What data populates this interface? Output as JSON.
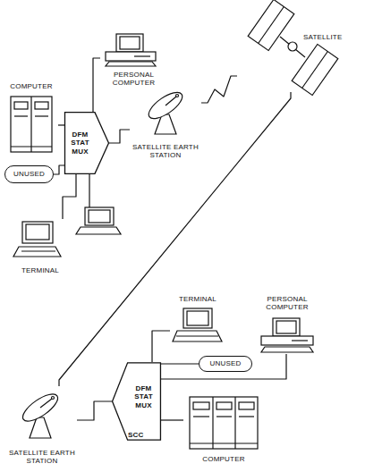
{
  "diagram": {
    "nodes": [
      {
        "text": [
          "PERSONAL COMPUTER"
        ]
      },
      {
        "text": [
          "COMPUTER"
        ]
      },
      {
        "text": [
          "DFM STAT MUX"
        ]
      },
      {
        "text": [
          "UNUSED"
        ]
      },
      {
        "text": [
          "TERMINAL"
        ]
      },
      {
        "text": [
          "SATELLITE EARTH STATION"
        ]
      },
      {
        "text": [
          "SATELLITE"
        ]
      },
      {
        "text": [
          "TERMINAL"
        ]
      },
      {
        "text": [
          "PERSONAL COMPUTER"
        ]
      },
      {
        "text": [
          "UNUSED"
        ]
      },
      {
        "text": [
          "DFM STAT MUX",
          "SCC"
        ]
      },
      {
        "text": [
          "SATELLITE EARTH STATION"
        ]
      },
      {
        "text": [
          "COMPUTER"
        ]
      }
    ],
    "edges": [
      {
        "from": 0,
        "to": 2,
        "arrow": "none"
      },
      {
        "from": 1,
        "to": 2,
        "arrow": "none"
      },
      {
        "from": 3,
        "to": 2,
        "arrow": "none"
      },
      {
        "from": 4,
        "to": 2,
        "arrow": "none"
      },
      {
        "from": 2,
        "to": 5,
        "arrow": "none"
      },
      {
        "from": 5,
        "to": 6,
        "arrow": "none"
      },
      {
        "from": 6,
        "to": 11,
        "arrow": "none"
      },
      {
        "from": 11,
        "to": 10,
        "arrow": "none"
      },
      {
        "from": 7,
        "to": 10,
        "arrow": "none"
      },
      {
        "from": 8,
        "to": 10,
        "arrow": "none"
      },
      {
        "from": 9,
        "to": 10,
        "arrow": "none"
      },
      {
        "from": 12,
        "to": 10,
        "arrow": "none"
      }
    ]
  }
}
